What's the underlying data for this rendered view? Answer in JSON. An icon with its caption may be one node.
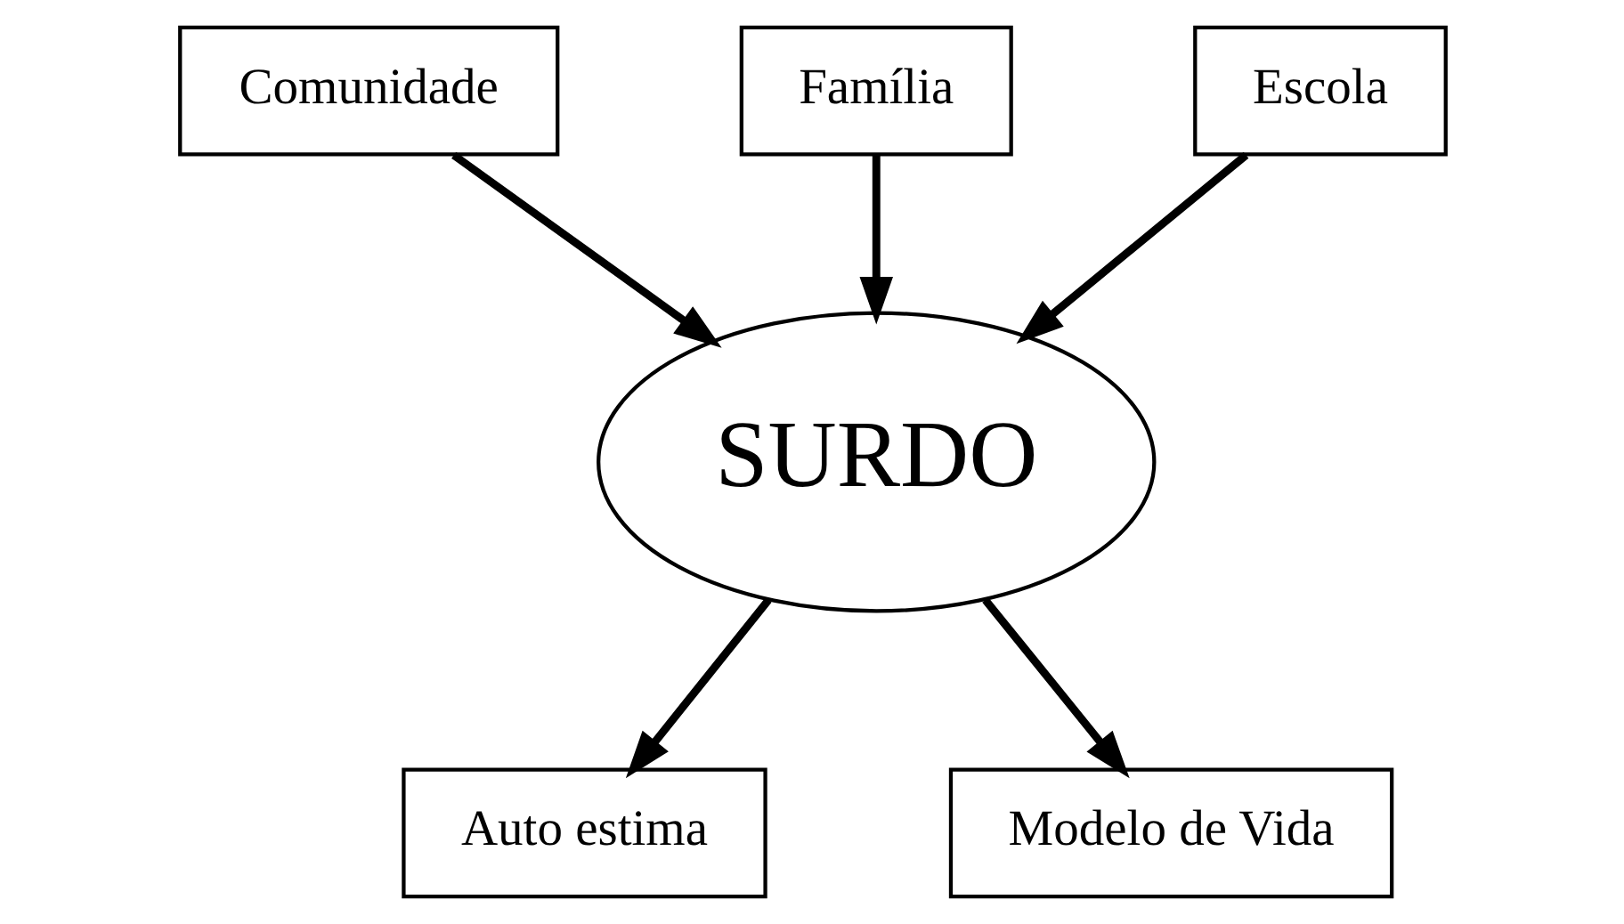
{
  "diagram": {
    "nodes": [
      {
        "text": [
          "Comunidade"
        ]
      },
      {
        "text": [
          "Família"
        ]
      },
      {
        "text": [
          "Escola"
        ]
      },
      {
        "text": [
          "SURDO"
        ]
      },
      {
        "text": [
          "Auto estima"
        ]
      },
      {
        "text": [
          "Modelo de Vida"
        ]
      }
    ],
    "edges": [
      {
        "from": 1,
        "to": 3,
        "arrow": "to"
      },
      {
        "from": 2,
        "to": 3,
        "arrow": "to"
      },
      {
        "from": 0,
        "to": 3,
        "arrow": "to"
      },
      {
        "from": 3,
        "to": 4,
        "arrow": "to"
      },
      {
        "from": 3,
        "to": 5,
        "arrow": "to"
      }
    ]
  }
}
